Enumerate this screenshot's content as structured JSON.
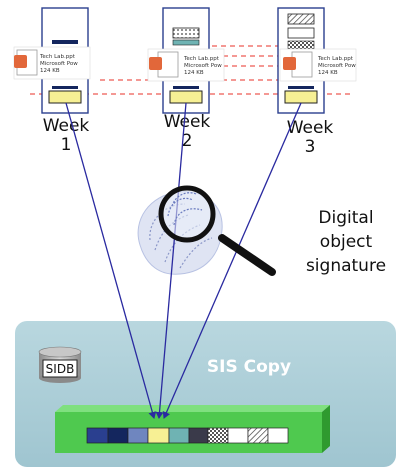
{
  "columns": [
    {
      "week_label": "Week",
      "week_number": "1",
      "file": {
        "name": "Tech Lab.ppt",
        "type": "Microsoft Pow",
        "size": "124 KB"
      }
    },
    {
      "week_label": "Week",
      "week_number": "2",
      "file": {
        "name": "Tech Lab.ppt",
        "type": "Microsoft Pow",
        "size": "124 KB"
      }
    },
    {
      "week_label": "Week",
      "week_number": "3",
      "file": {
        "name": "Tech Lab.ppt",
        "type": "Microsoft Pow",
        "size": "124 KB"
      }
    }
  ],
  "signature_label": {
    "line1": "Digital",
    "line2": "object",
    "line3": "signature"
  },
  "store": {
    "title": "SIS Copy",
    "db_label": "SIDB"
  },
  "colors": {
    "store_bg": "#a9ccd6",
    "store_title": "#ffffff",
    "green_bar": "#4fc94f",
    "arrow": "#2a2aa0",
    "dashed": "#e8302a",
    "highlight": "#f7f094",
    "ppt_icon": "#e2673a"
  }
}
